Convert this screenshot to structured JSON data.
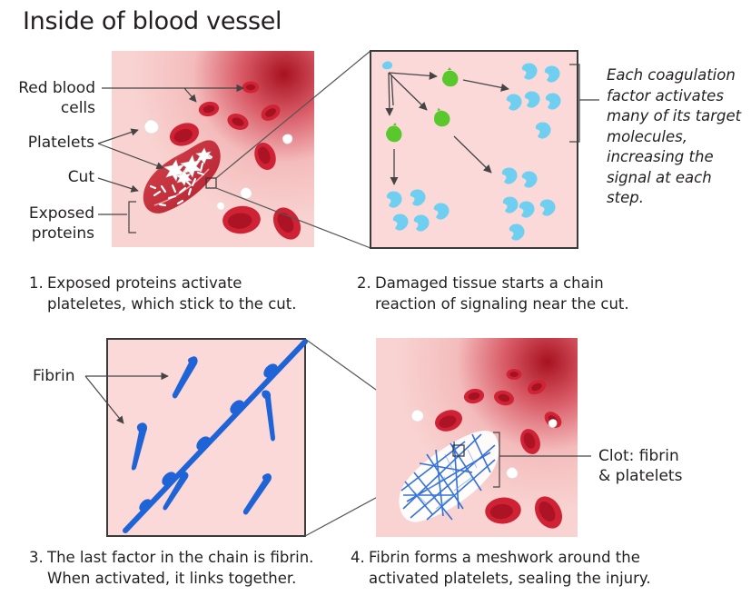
{
  "title": "Inside of blood vessel",
  "labels": {
    "red_blood_cells_1": "Red blood",
    "red_blood_cells_2": "cells",
    "platelets": "Platelets",
    "cut": "Cut",
    "exposed_proteins_1": "Exposed",
    "exposed_proteins_2": "proteins",
    "fibrin": "Fibrin",
    "clot_1": "Clot: fibrin",
    "clot_2": "& platelets"
  },
  "note_lines": [
    "Each coagulation",
    "factor activates",
    "many of its target",
    "molecules,",
    "increasing the",
    "signal at each",
    "step."
  ],
  "captions": {
    "step1": {
      "num": "1.",
      "line1": "Exposed proteins activate",
      "line2": "plateletes, which stick to the cut."
    },
    "step2": {
      "num": "2.",
      "line1": "Damaged tissue starts a chain",
      "line2": "reaction of signaling near the cut."
    },
    "step3": {
      "num": "3.",
      "line1": "The last factor in the chain is fibrin.",
      "line2": "When activated, it links together."
    },
    "step4": {
      "num": "4.",
      "line1": "Fibrin forms a meshwork around the",
      "line2": "activated platelets, sealing the injury."
    }
  },
  "colors": {
    "vessel_bg": "#f6c9c9",
    "vessel_dark": "#b3182a",
    "red_cell": "#c7172c",
    "cut_fill": "#c6303e",
    "factor_green": "#57c72c",
    "factor_blue": "#6fcff0",
    "fibrin_blue": "#1f64d6",
    "line": "#4a4a4a"
  },
  "icons": [
    "red-blood-cell-icon",
    "platelet-icon",
    "coagulation-factor-icon",
    "fibrin-strand-icon"
  ]
}
